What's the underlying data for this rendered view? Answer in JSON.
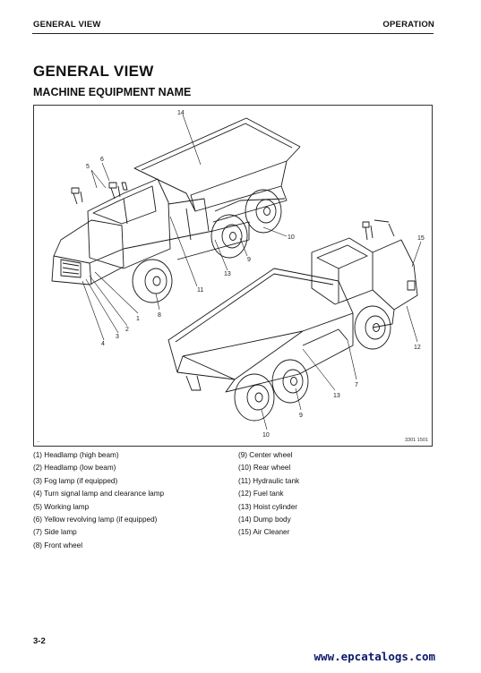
{
  "header": {
    "section": "GENERAL VIEW",
    "chapter": "OPERATION"
  },
  "page": {
    "title": "GENERAL VIEW",
    "subtitle": "MACHINE EQUIPMENT NAME",
    "number": "3-2"
  },
  "figure": {
    "code": "3301 1501",
    "callouts": [
      "14",
      "5",
      "6",
      "10",
      "13",
      "9",
      "11",
      "8",
      "1",
      "2",
      "3",
      "4",
      "15",
      "12",
      "7",
      "13",
      "9",
      "10"
    ]
  },
  "legend": {
    "left": [
      "(1) Headlamp (high beam)",
      "(2) Headlamp (low beam)",
      "(3) Fog lamp (if equipped)",
      "(4) Turn signal lamp and clearance lamp",
      "(5) Working lamp",
      "(6) Yellow revolving lamp (if equipped)",
      "(7) Side lamp",
      "(8) Front wheel"
    ],
    "right": [
      "(9) Center wheel",
      "(10) Rear wheel",
      "(11) Hydraulic tank",
      "(12) Fuel tank",
      "(13) Hoist cylinder",
      "(14) Dump body",
      "(15) Air Cleaner"
    ]
  },
  "watermark": "www.epcatalogs.com"
}
